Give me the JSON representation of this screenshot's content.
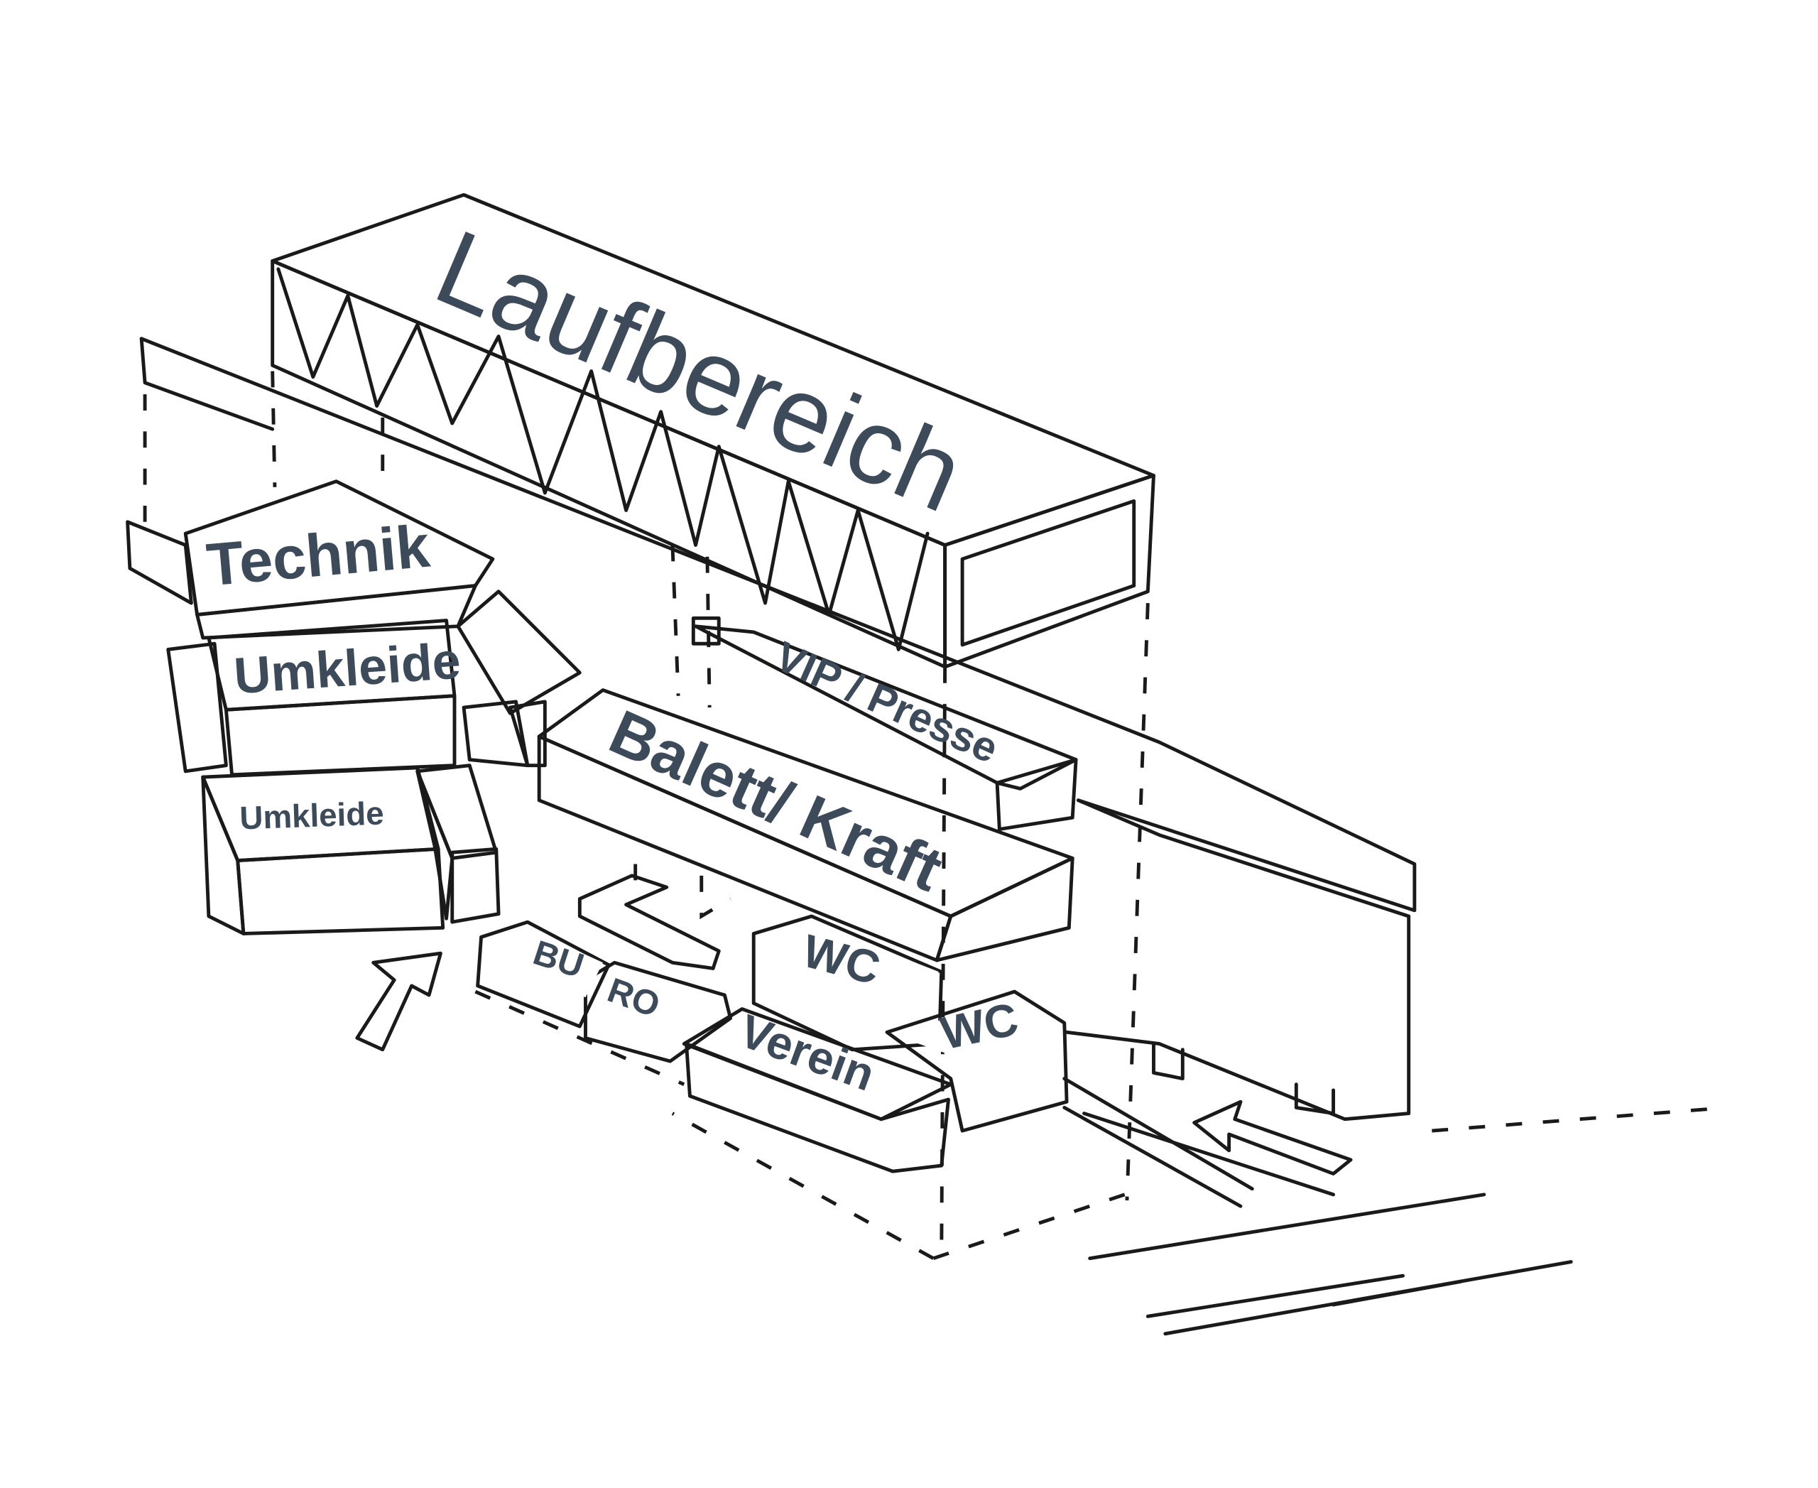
{
  "diagram": {
    "labels": {
      "laufbereich": "Laufbereich",
      "technik": "Technik",
      "umkleide_upper": "Umkleide",
      "umkleide_lower": "Umkleide",
      "vip_presse": "VIP / Presse",
      "balett_kraft": "Balett/ Kraft",
      "bu": "BU",
      "ro": "RO",
      "wc_1": "WC",
      "wc_2": "WC",
      "verein": "Verein"
    },
    "colors": {
      "blue": "#c5dbea",
      "purple_light": "#e5d2e8",
      "purple": "#c9a4d6",
      "yellow": "#f4e33c",
      "orange": "#df7a50",
      "green": "#72b27f",
      "grey": "#cfd2d6",
      "text": "#3d4a5a"
    }
  }
}
